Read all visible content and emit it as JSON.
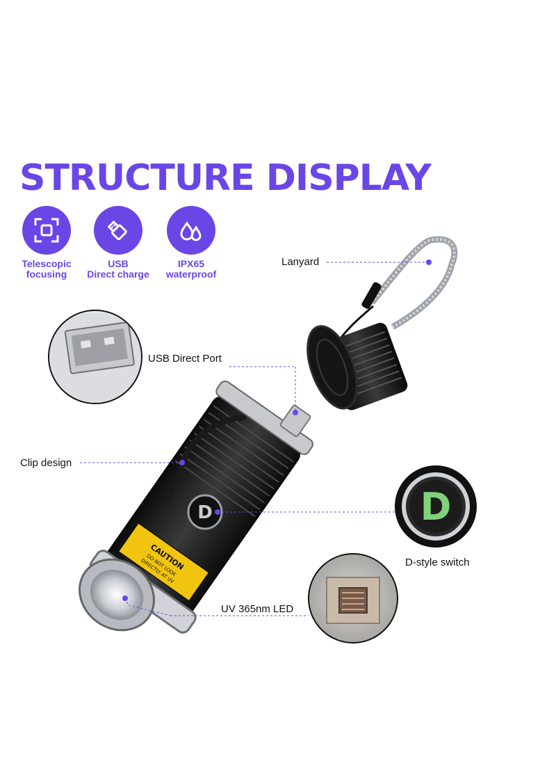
{
  "title": "STRUCTURE DISPLAY",
  "accent_color": "#6b46e6",
  "features": [
    {
      "icon": "focus-frame-icon",
      "label_line1": "Telescopic",
      "label_line2": "focusing"
    },
    {
      "icon": "usb-stick-icon",
      "label_line1": "USB",
      "label_line2": "Direct  charge"
    },
    {
      "icon": "water-drops-icon",
      "label_line1": "IPX65",
      "label_line2": "waterproof"
    }
  ],
  "callouts": {
    "lanyard": "Lanyard",
    "usb_port": "USB Direct Port",
    "clip": "Clip design",
    "switch": "D-style switch",
    "led": "UV 365nm LED"
  },
  "switch_letter": "D",
  "sticker": {
    "caution": "CAUTION",
    "line1": "DO NOT LOOK",
    "line2": "DIRECTLY AT UV"
  }
}
